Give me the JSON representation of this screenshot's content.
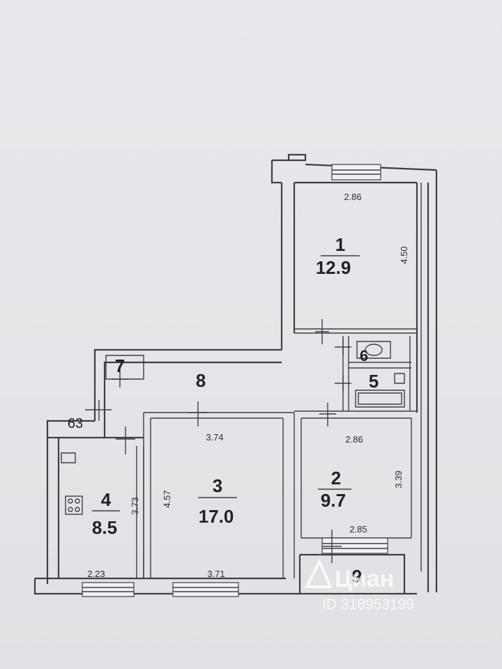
{
  "rooms": [
    {
      "id": "1",
      "area": "12.9"
    },
    {
      "id": "2",
      "area": "9.7"
    },
    {
      "id": "3",
      "area": "17.0"
    },
    {
      "id": "4",
      "area": "8.5"
    },
    {
      "id": "5",
      "area": ""
    },
    {
      "id": "6",
      "area": ""
    },
    {
      "id": "7",
      "area": ""
    },
    {
      "id": "8",
      "area": ""
    },
    {
      "id": "9",
      "area": ""
    }
  ],
  "dimensions": {
    "room1_width": "2.86",
    "room1_length": "4.50",
    "room2_width_top": "2.86",
    "room2_length": "3.39",
    "room2_width_bottom": "2.85",
    "room3_width_top": "3.74",
    "room3_length": "4.57",
    "room3_width_bottom": "3.71",
    "room4_length": "3.73",
    "room4_width": "2.23",
    "corridor_width": "63"
  },
  "watermark": {
    "brand": "Циан",
    "id_text": "ID 318953199"
  }
}
